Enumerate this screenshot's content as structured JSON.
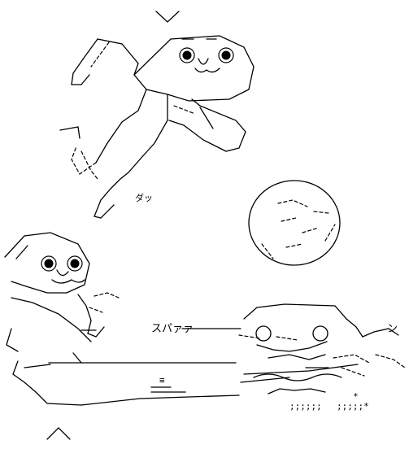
{
  "sound_effects": {
    "dash": "ダッ",
    "spaaa": "スパァァ",
    "n_sound": "ン"
  },
  "aa_fragments": {
    "bottom_dots_1": ";;;;;;",
    "bottom_dots_2": ";;;;;*",
    "mid_marks": "≡",
    "right_mark": "*"
  },
  "colors": {
    "ink": "#000000",
    "paper": "#ffffff"
  }
}
